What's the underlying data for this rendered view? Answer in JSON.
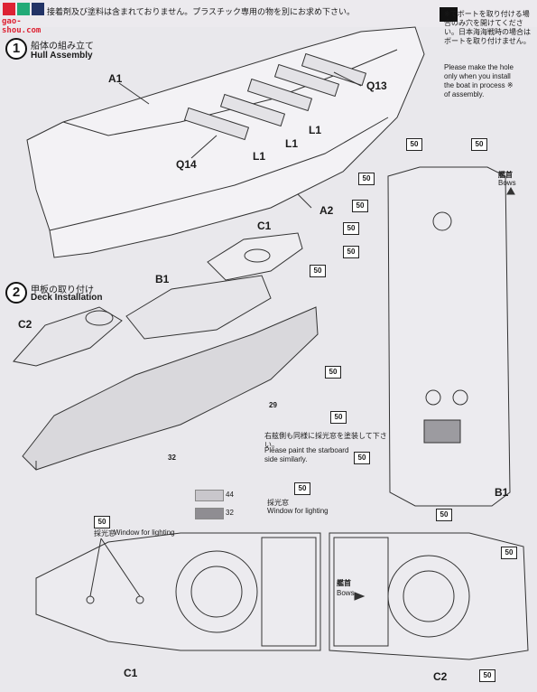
{
  "header": {
    "watermark": "gao-shou.com",
    "notice": "接着剤及び塗料は含まれておりません。プラスチック専用の物を別にお求め下さい。"
  },
  "side_note": {
    "jp": "※でボートを取り付ける場合のみ穴を開けてください。日本海海戦時の場合はボートを取り付けません。",
    "en": [
      "Please make the hole",
      "only when you install",
      "the boat in process ※",
      "of assembly."
    ]
  },
  "step1": {
    "number": "1",
    "jp": "船体の組み立て",
    "en": "Hull Assembly"
  },
  "step2": {
    "number": "2",
    "jp": "甲板の取り付け",
    "en": "Deck Installation"
  },
  "parts": {
    "a1": "A1",
    "a2": "A2",
    "q13": "Q13",
    "q14": "Q14",
    "l1": "L1",
    "c1": "C1",
    "c2": "C2",
    "b1": "B1",
    "n29": "29",
    "n32": "32"
  },
  "bows": {
    "jp": "艦首",
    "en": "Bows"
  },
  "starboard_note": {
    "jp": "右舷側も同様に採光窓を塗装して下さい。",
    "en": [
      "Please paint the starboard",
      "side similarly."
    ]
  },
  "window": {
    "jp": "採光窓",
    "en": "Window for lighting"
  },
  "tag": "50",
  "swatches": [
    {
      "code": "44",
      "color": "#c9c7cc"
    },
    {
      "code": "32",
      "color": "#8f8d92"
    }
  ]
}
